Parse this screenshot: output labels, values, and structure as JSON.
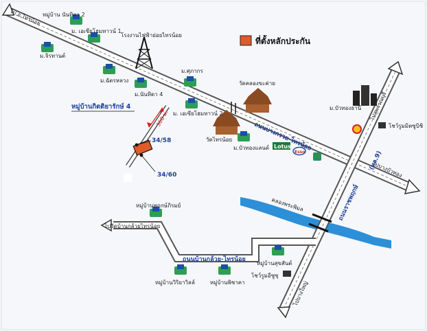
{
  "legend": {
    "label": "ที่ตั้งหลักประกัน",
    "color": "#e05a2a"
  },
  "roads": {
    "top_left_end": "ไป อ.ไทรน้อย",
    "main": "ถนนบางกรวย-ไทรน้อย",
    "to_bang_bua_thong": "ไปบางบัวทอง",
    "to_suphan": "ไปสุพรรณบุรี",
    "ratchaphruek": "ถนนราชพฤกษ์",
    "ratchaphruek_code": "(ทล.9)",
    "bottom_road": "ถนนบ้านกล้วย-ไทรน้อย",
    "to_temple": "ไปวัดบ้านกล้วยไทรน้อย",
    "to_bang_yai": "ไปบางใหญ่"
  },
  "canal": {
    "label": "คลองพระพิมล",
    "color": "#2c8fd8"
  },
  "places": {
    "nanthida2": "หมู่บ้าน นันทิดา 2",
    "aesia1": "ม. เอเซียโฮมทาวน์ 1",
    "power_station": "โรงงานไฟฟ้าย่อยไทรน้อย",
    "chirathan": "ม.จิรทานต์",
    "suphakon": "ม.ศุภากร",
    "chatluang": "ม.ฉัตรหลวง",
    "nanthida4": "ม.นันทิดา 4",
    "wat_khlong_kha": "วัดคลองขะค่าย",
    "aesia2": "ม. เอเซียโฮมทาวน์ 2",
    "wat_sai_noi": "วัดไทรน้อย",
    "buathong_land": "ม.บัวทองแลนด์",
    "buathong_thani": "ม.บัวทองธานี",
    "showroom_mitsu": "โชว์รูมมิตซูบิชิ",
    "kittiyarak4": "หมู่บ้านกิตติยารักษ์ 4",
    "lotus": "Lotus",
    "esso": "Esso",
    "pruksa": "หมู่บ้านพฤกษ์ภิรมย์",
    "wiriya": "หมู่บ้านวิริยาวิลล์",
    "phisakha": "หมู่บ้านพิชาคา",
    "sukhumvit": "หมู่บ้านสุขสันต์",
    "showroom_isuzu": "โชว์รูมอีซูซุ"
  },
  "markers": {
    "distance": "360 ม.",
    "lot1": "34/58",
    "lot2": "34/60"
  }
}
